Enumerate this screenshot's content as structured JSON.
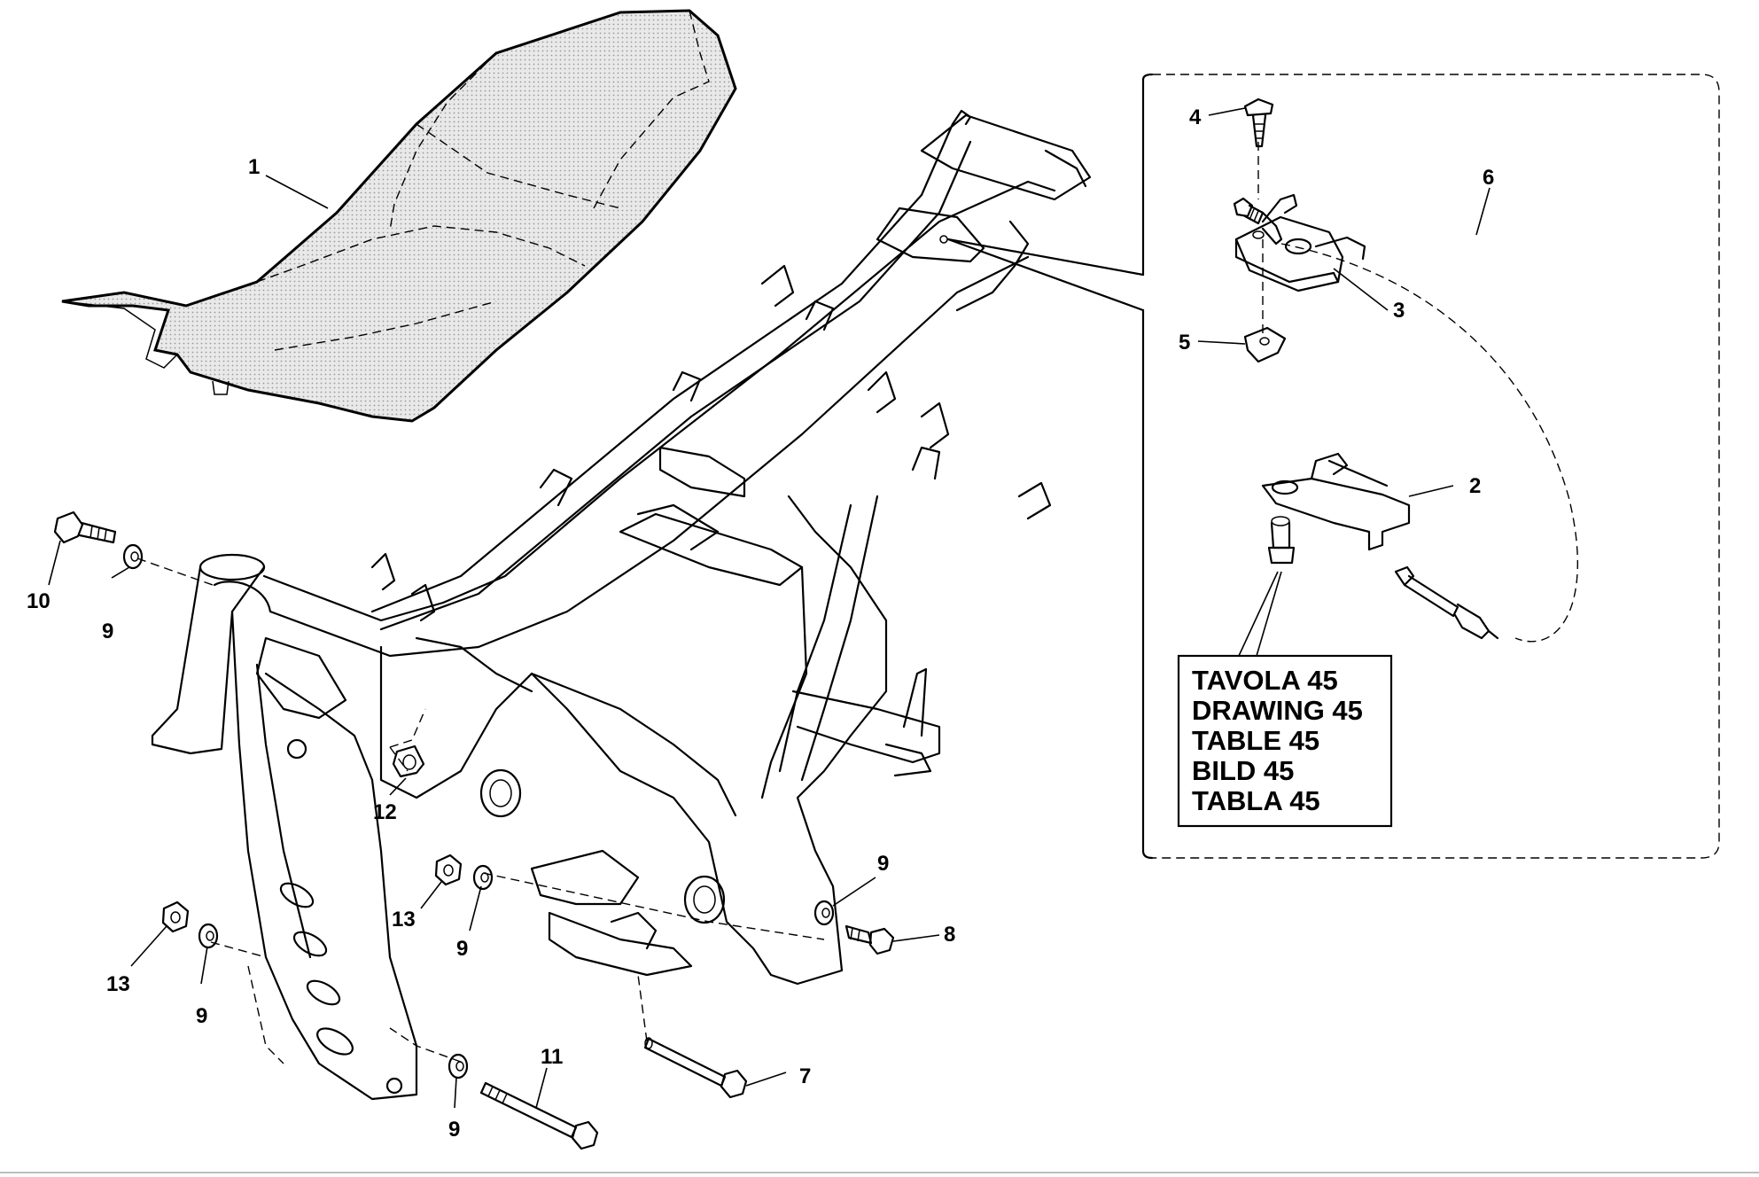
{
  "callouts": [
    {
      "id": "c1",
      "label": "1"
    },
    {
      "id": "c2",
      "label": "2"
    },
    {
      "id": "c3",
      "label": "3"
    },
    {
      "id": "c4",
      "label": "4"
    },
    {
      "id": "c5",
      "label": "5"
    },
    {
      "id": "c6",
      "label": "6"
    },
    {
      "id": "c7",
      "label": "7"
    },
    {
      "id": "c8",
      "label": "8"
    },
    {
      "id": "c9a",
      "label": "9"
    },
    {
      "id": "c9b",
      "label": "9"
    },
    {
      "id": "c9c",
      "label": "9"
    },
    {
      "id": "c9d",
      "label": "9"
    },
    {
      "id": "c9e",
      "label": "9"
    },
    {
      "id": "c10",
      "label": "10"
    },
    {
      "id": "c11",
      "label": "11"
    },
    {
      "id": "c12",
      "label": "12"
    },
    {
      "id": "c13a",
      "label": "13"
    },
    {
      "id": "c13b",
      "label": "13"
    }
  ],
  "reference_box": {
    "lines": [
      "TAVOLA 45",
      "DRAWING 45",
      "TABLE 45",
      "BILD 45",
      "TABLA 45"
    ]
  }
}
